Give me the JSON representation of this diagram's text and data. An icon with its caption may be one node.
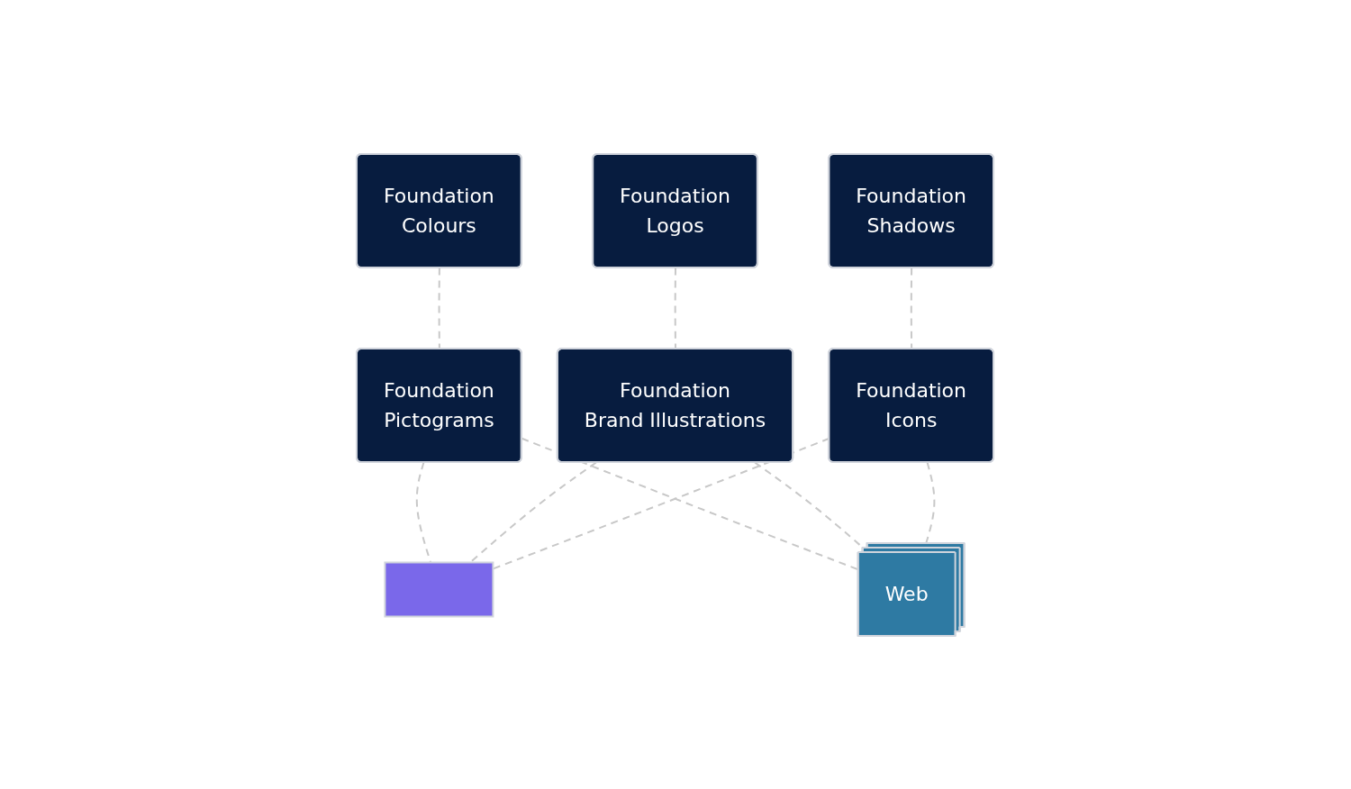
{
  "diagram": {
    "nodes": [
      {
        "text": [
          "Foundation",
          "Colours"
        ]
      },
      {
        "text": [
          "Foundation",
          "Logos"
        ]
      },
      {
        "text": [
          "Foundation",
          "Shadows"
        ]
      },
      {
        "text": [
          "Foundation",
          "Pictograms"
        ]
      },
      {
        "text": [
          "Foundation",
          "Brand Illustrations"
        ]
      },
      {
        "text": [
          "Foundation",
          "Icons"
        ]
      },
      {
        "text": [],
        "shape": "box"
      },
      {
        "text": [
          "Web"
        ]
      }
    ],
    "edges": [
      {
        "from": 0,
        "to": 3,
        "arrow": "none",
        "style": "dashed"
      },
      {
        "from": 1,
        "to": 4,
        "arrow": "none",
        "style": "dashed"
      },
      {
        "from": 2,
        "to": 5,
        "arrow": "none",
        "style": "dashed"
      },
      {
        "from": 3,
        "to": 6,
        "arrow": "none",
        "style": "dashed"
      },
      {
        "from": 3,
        "to": 7,
        "arrow": "none",
        "style": "dashed"
      },
      {
        "from": 4,
        "to": 6,
        "arrow": "none",
        "style": "dashed"
      },
      {
        "from": 4,
        "to": 7,
        "arrow": "none",
        "style": "dashed"
      },
      {
        "from": 5,
        "to": 6,
        "arrow": "none",
        "style": "dashed"
      },
      {
        "from": 5,
        "to": 7,
        "arrow": "none",
        "style": "dashed"
      }
    ]
  }
}
